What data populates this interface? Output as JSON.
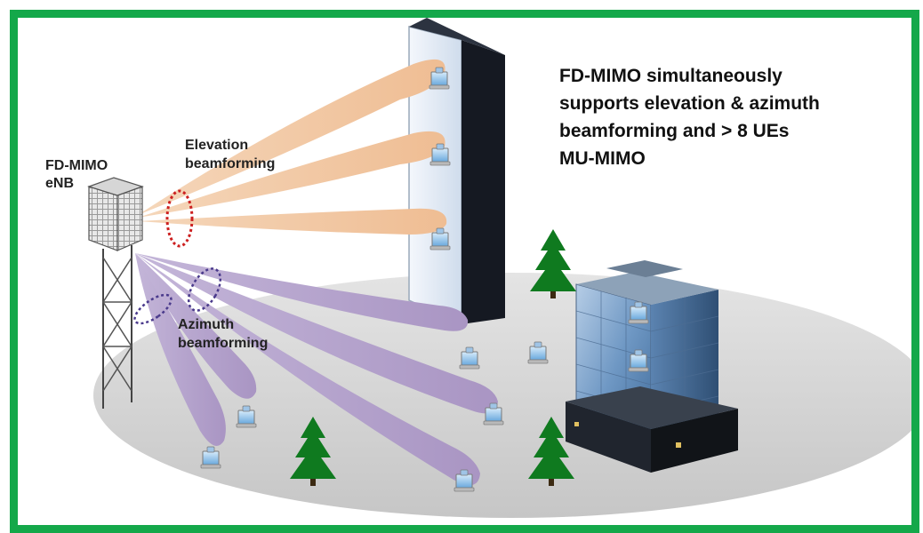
{
  "colors": {
    "frame": "#14a84a",
    "elevation_beam": "#f3c9a4",
    "azimuth_beam": "#b5a3cc",
    "ground": "#d3d3d3",
    "tree": "#0f7a1f",
    "building_glass": "#7fa7cf",
    "tower_face": "#e6eef8",
    "tower_side": "#161a22",
    "dotted_marker": "#cc1f1f",
    "azimuth_marker": "#4a3a8c"
  },
  "labels": {
    "enb_line1": "FD-MIMO",
    "enb_line2": "eNB",
    "elevation_line1": "Elevation",
    "elevation_line2": "beamforming",
    "azimuth_line1": "Azimuth",
    "azimuth_line2": "beamforming"
  },
  "headline": {
    "line1": "FD-MIMO simultaneously",
    "line2": "supports elevation & azimuth",
    "line3": "beamforming and > 8 UEs",
    "line4": "MU-MIMO"
  },
  "icons": {
    "user_equipment": "ue-laptop-icon",
    "tree": "tree-icon",
    "antenna": "antenna-panel-icon"
  }
}
